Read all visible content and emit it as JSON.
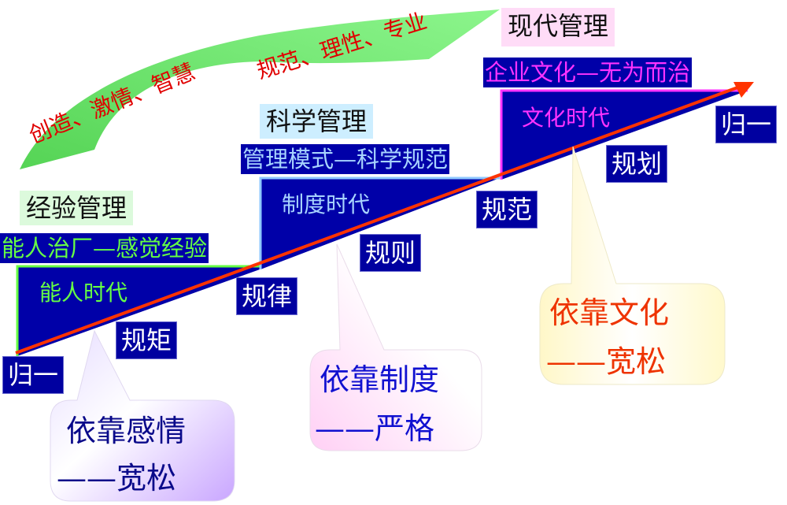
{
  "arc": {
    "left_text": "创造、激情、智慧",
    "right_text": "规范、理性、专业"
  },
  "stages": [
    {
      "title": "经验管理",
      "motto": "能人治厂—感觉经验",
      "era": "能人时代"
    },
    {
      "title": "科学管理",
      "motto": "管理模式—科学规范",
      "era": "制度时代"
    },
    {
      "title": "现代管理",
      "motto": "企业文化—无为而治",
      "era": "文化时代"
    }
  ],
  "tags": {
    "start": "归一",
    "t1": "规矩",
    "t2": "规律",
    "t3": "规则",
    "t4": "规范",
    "t5": "规划",
    "end": "归一"
  },
  "bubbles": [
    {
      "line1": "依靠感情",
      "line2": "——宽松"
    },
    {
      "line1": "依靠制度",
      "line2": "——严格"
    },
    {
      "line1": "依靠文化",
      "line2": "——宽松"
    }
  ],
  "colors": {
    "navy": "#0000a8",
    "green_border": "#66ff44",
    "lightblue_border": "#8fc8ff",
    "magenta": "#ff33ff",
    "arrow": "#ff3300",
    "arc_green": "#6be36b"
  }
}
